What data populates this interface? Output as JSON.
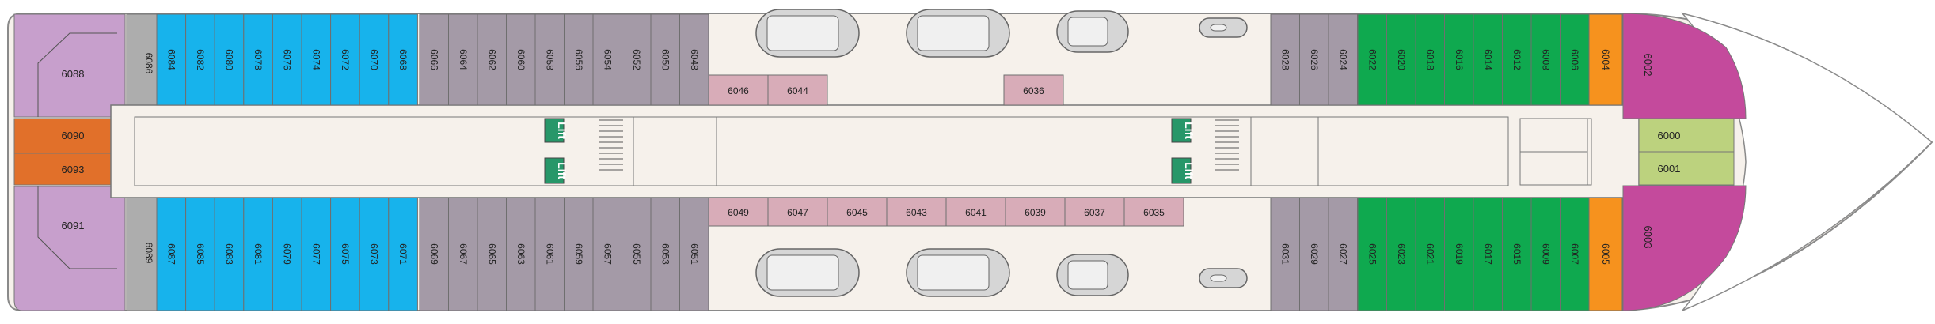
{
  "deck": {
    "lift_label": "Lift",
    "colors": {
      "aft_suite": "#c79fcc",
      "aft_orange": "#e1702a",
      "grey_cabin": "#adadad",
      "blue_cabin": "#17b3ec",
      "purple_grey_cabin": "#a49aa7",
      "pink_cabin": "#d8acb8",
      "green_cabin": "#0fa94f",
      "orange_cabin": "#f6921e",
      "magenta_cabin": "#c44a9c",
      "olive_cabin": "#bcd27e",
      "corridor": "#f6f1eb",
      "lift": "#279769"
    },
    "cabins": {
      "aft_top": "6088",
      "aft_mid_top": "6090",
      "aft_mid_bottom": "6093",
      "aft_bottom": "6091",
      "grey_top": "6086",
      "grey_bottom": "6089",
      "blue_top": [
        "6084",
        "6082",
        "6080",
        "6078",
        "6076",
        "6074",
        "6072",
        "6070",
        "6068"
      ],
      "blue_bottom": [
        "6087",
        "6085",
        "6083",
        "6081",
        "6079",
        "6077",
        "6075",
        "6073",
        "6071"
      ],
      "purple_top": [
        "6066",
        "6064",
        "6062",
        "6060",
        "6058",
        "6056",
        "6054",
        "6052",
        "6050",
        "6048"
      ],
      "purple_bottom": [
        "6069",
        "6067",
        "6065",
        "6063",
        "6061",
        "6059",
        "6057",
        "6055",
        "6053",
        "6051"
      ],
      "pink_top": [
        "6046",
        "6044",
        "6036"
      ],
      "pink_bottom": [
        "6049",
        "6047",
        "6045",
        "6043",
        "6041",
        "6039",
        "6037",
        "6035"
      ],
      "purple_fwd_top": [
        "6028",
        "6026",
        "6024"
      ],
      "purple_fwd_bottom": [
        "6031",
        "6029",
        "6027"
      ],
      "green_top": [
        "6022",
        "6020",
        "6018",
        "6016",
        "6014",
        "6012",
        "6008",
        "6006"
      ],
      "green_bottom": [
        "6025",
        "6023",
        "6021",
        "6019",
        "6017",
        "6015",
        "6009",
        "6007"
      ],
      "orange_top": "6004",
      "orange_bottom": "6005",
      "magenta_top": "6002",
      "magenta_bottom": "6003",
      "olive_top": "6000",
      "olive_bottom": "6001"
    }
  }
}
